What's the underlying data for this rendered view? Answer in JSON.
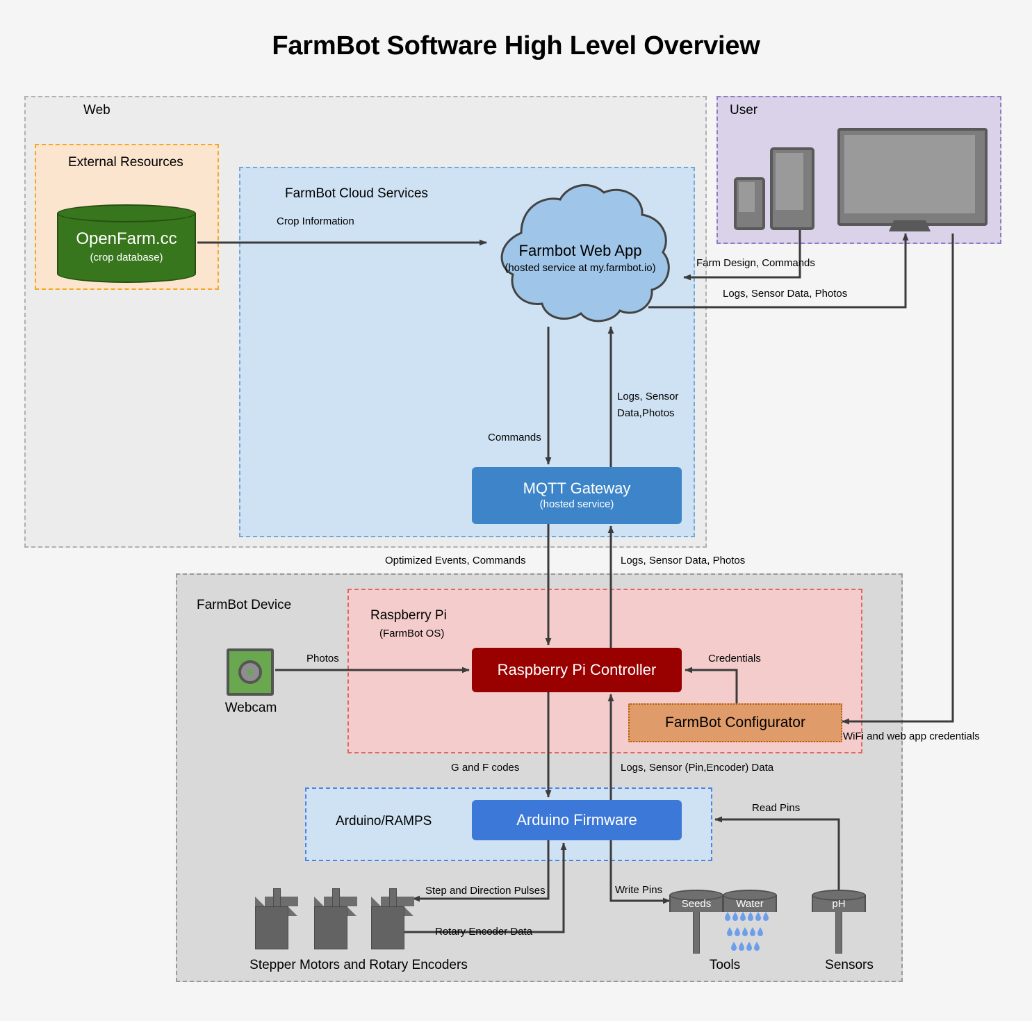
{
  "title": "FarmBot Software High Level Overview",
  "groups": {
    "web": {
      "label": "Web"
    },
    "external_resources": {
      "label": "External Resources"
    },
    "cloud_services": {
      "label": "FarmBot Cloud Services"
    },
    "user": {
      "label": "User"
    },
    "device": {
      "label": "FarmBot Device"
    },
    "raspberry_pi": {
      "label": "Raspberry Pi",
      "sublabel": "(FarmBot OS)"
    },
    "arduino_ramps": {
      "label": "Arduino/RAMPS"
    }
  },
  "nodes": {
    "openfarm": {
      "label": "OpenFarm.cc",
      "sublabel": "(crop database)"
    },
    "web_app": {
      "label": "Farmbot Web App",
      "sublabel": "(hosted service at my.farmbot.io)"
    },
    "mqtt_gateway": {
      "label": "MQTT Gateway",
      "sublabel": "(hosted service)"
    },
    "rpi_controller": {
      "label": "Raspberry Pi Controller"
    },
    "configurator": {
      "label": "FarmBot Configurator"
    },
    "arduino_firmware": {
      "label": "Arduino Firmware"
    },
    "webcam": {
      "label": "Webcam"
    },
    "steppers": {
      "label": "Stepper Motors and Rotary Encoders"
    },
    "tools": {
      "label": "Tools"
    },
    "sensors": {
      "label": "Sensors"
    },
    "seeds": {
      "label": "Seeds"
    },
    "water": {
      "label": "Water"
    },
    "ph": {
      "label": "pH"
    }
  },
  "edges": {
    "crop_information": "Crop Information",
    "farm_design_commands": "Farm Design, Commands",
    "logs_sensor_data_photos_user": "Logs, Sensor Data, Photos",
    "commands": "Commands",
    "logs_sensor_data_photos_cloud": "Logs, Sensor\nData,Photos",
    "logs_sensor_data_photos_cloud_line1": "Logs, Sensor",
    "logs_sensor_data_photos_cloud_line2": "Data,Photos",
    "optimized_events_commands": "Optimized Events, Commands",
    "logs_sensor_data_photos_device": "Logs, Sensor Data,  Photos",
    "photos": "Photos",
    "credentials": "Credentials",
    "wifi_and_web_app_credentials": "WiFi and web app credentials",
    "g_and_f_codes": "G and F codes",
    "logs_sensor_pin_encoder_data": "Logs, Sensor (Pin,Encoder) Data",
    "step_and_direction_pulses": "Step and Direction Pulses",
    "rotary_encoder_data": "Rotary Encoder Data",
    "write_pins": "Write Pins",
    "read_pins": "Read Pins"
  },
  "colors": {
    "page_background": "#f5f5f5",
    "web_group": "#ececec",
    "external_group": "#fce5ce",
    "cloud_group": "#cfe2f3",
    "user_group": "#d9d2e9",
    "device_group": "#d9d9d9",
    "rpi_group": "#f4cccc",
    "arduino_group": "#cfe2f3",
    "mqtt_gateway": "#3d85c8",
    "rpi_controller": "#990000",
    "arduino_firmware": "#3c78d8",
    "configurator": "#e09b6a",
    "openfarm": "#38761d",
    "cloud_shape": "#9fc5e8",
    "webcam": "#6aa84f",
    "arrow": "#3b3b3b",
    "water_drop": "#6d9eeb"
  }
}
